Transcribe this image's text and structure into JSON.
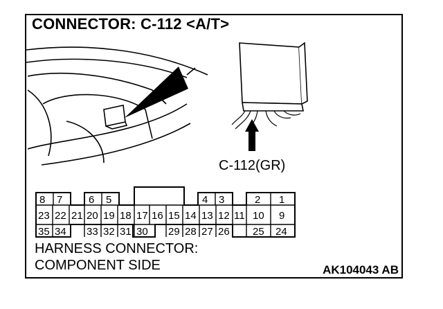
{
  "title": "CONNECTOR: C-112 <A/T>",
  "connector_label": "C-112(GR)",
  "caption": {
    "line1": "HARNESS CONNECTOR:",
    "line2": "COMPONENT SIDE"
  },
  "figure_code": "AK104043 AB",
  "pins": {
    "row1": [
      "8",
      "7",
      "6",
      "5",
      "4",
      "3",
      "2",
      "1"
    ],
    "row2": [
      "23",
      "22",
      "21",
      "20",
      "19",
      "18",
      "17",
      "16",
      "15",
      "14",
      "13",
      "12",
      "11",
      "10",
      "9"
    ],
    "row3": [
      "35",
      "34",
      "33",
      "32",
      "31",
      "30",
      "29",
      "28",
      "27",
      "26",
      "25",
      "24"
    ]
  }
}
